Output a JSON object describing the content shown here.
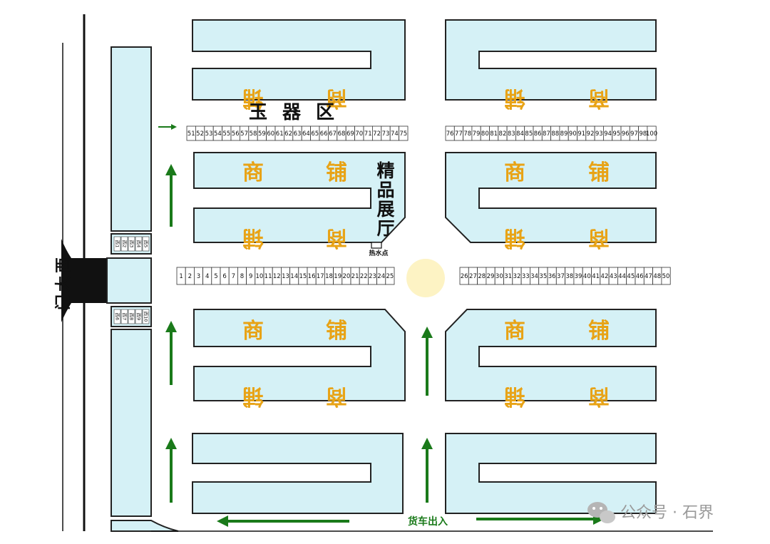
{
  "labels": {
    "jade_zone": "玉 器 区",
    "boutique_hall": [
      "精",
      "品",
      "展",
      "厅"
    ],
    "west_gate": [
      "西",
      "大",
      "门"
    ],
    "hot_water": "热水点",
    "cargo_gate": "货车出入",
    "shop_char_1": "商",
    "shop_char_2": "铺"
  },
  "small_stalls": {
    "upper": [
      "西1",
      "西2",
      "西3",
      "西4",
      "西5"
    ],
    "lower": [
      "西6",
      "西7",
      "西8",
      "西9",
      "西10"
    ]
  },
  "stall_rows": {
    "top_left": [
      "51",
      "52",
      "53",
      "54",
      "55",
      "56",
      "57",
      "58",
      "59",
      "60",
      "61",
      "62",
      "63",
      "64",
      "65",
      "66",
      "67",
      "68",
      "69",
      "70",
      "71",
      "72",
      "73",
      "74",
      "75"
    ],
    "top_right": [
      "76",
      "77",
      "78",
      "79",
      "80",
      "81",
      "82",
      "83",
      "84",
      "85",
      "86",
      "87",
      "88",
      "89",
      "90",
      "91",
      "92",
      "93",
      "94",
      "95",
      "96",
      "97",
      "98",
      "100"
    ],
    "mid_left": [
      "1",
      "2",
      "3",
      "4",
      "5",
      "6",
      "7",
      "8",
      "9",
      "10",
      "11",
      "12",
      "13",
      "14",
      "15",
      "16",
      "17",
      "18",
      "19",
      "20",
      "21",
      "22",
      "23",
      "24",
      "25"
    ],
    "mid_right": [
      "26",
      "27",
      "28",
      "29",
      "30",
      "31",
      "32",
      "33",
      "34",
      "35",
      "36",
      "37",
      "38",
      "39",
      "40",
      "41",
      "42",
      "43",
      "44",
      "45",
      "46",
      "47",
      "48",
      "50"
    ]
  },
  "watermark": "公众号 · 石界",
  "colors": {
    "block_fill": "#d5f1f6",
    "block_stroke": "#222222",
    "shop_text": "#e8a316",
    "arrow": "#1a7a1a",
    "fountain": "#fdf3c4"
  }
}
